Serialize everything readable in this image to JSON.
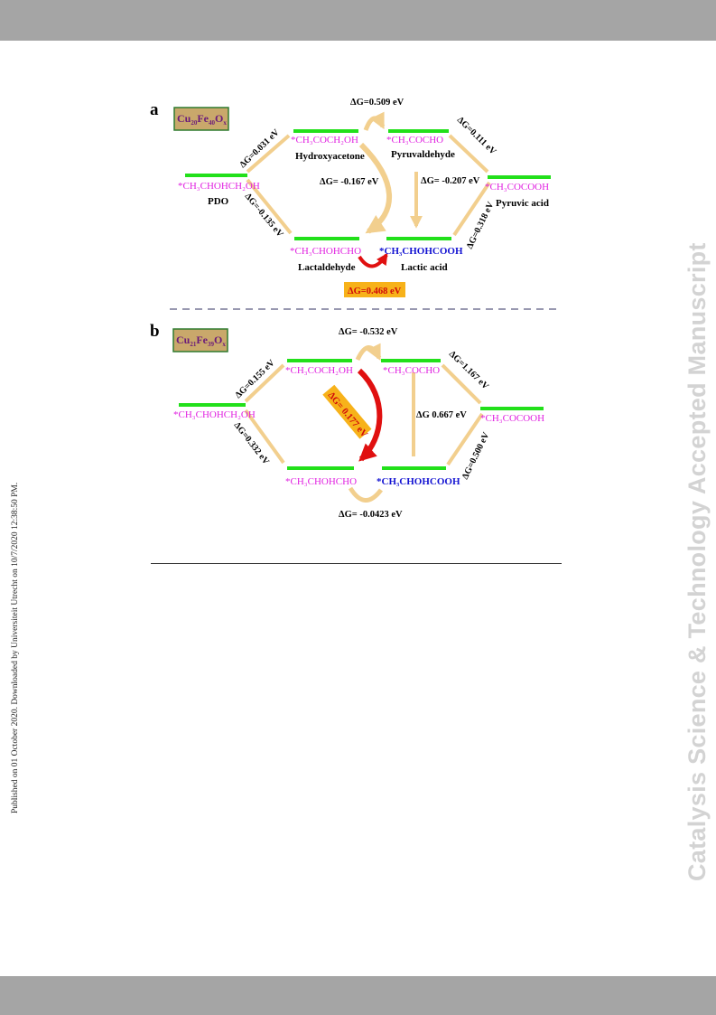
{
  "side_note": "Published on 01 October 2020. Downloaded by Universiteit Utrecht on 10/7/2020 12:38:50 PM.",
  "watermark": "Catalysis Science & Technology Accepted Manuscript",
  "colors": {
    "green": "#22e01a",
    "magenta": "#e01fe0",
    "blue": "#1414d2",
    "arrow": "#f2cf8e",
    "red_arrow": "#e01010",
    "label_box": "#c9a86b",
    "label_box_border": "#2f7a2f",
    "highlight": "#f7b21a",
    "dash": "#5a5a80"
  },
  "panel_a": {
    "letter": "a",
    "catalyst": {
      "base1": "Cu",
      "sub1": "20",
      "base2": "Fe",
      "sub2": "40",
      "base3": "O",
      "sub3": "x"
    },
    "species": {
      "pdo_formula": "*CH₃CHOHCH₂OH",
      "pdo_name": "PDO",
      "hydroxyacetone_formula": "*CH₃COCH₂OH",
      "hydroxyacetone_name": "Hydroxyacetone",
      "pyruvaldehyde_formula": "*CH₃COCHO",
      "pyruvaldehyde_name": "Pyruvaldehyde",
      "pyruvic_formula": "*CH₃COCOOH",
      "pyruvic_name": "Pyruvic acid",
      "lactaldehyde_formula": "*CH₃CHOHCHO",
      "lactaldehyde_name": "Lactaldehyde",
      "lactic_formula": "*CH₃CHOHCOOH",
      "lactic_name": "Lactic acid"
    },
    "energies": {
      "top": "ΔG=0.509 eV",
      "pdo_hydroxy": "ΔG=0.031 eV",
      "pdo_lactald": "ΔG=-0.135 eV",
      "hydroxy_lactald": "ΔG= -0.167 eV",
      "pyruv_lactic": "ΔG= -0.207 eV",
      "pyruv_pyruvic": "ΔG=0.111 eV",
      "lactic_pyruvic": "ΔG=0.318 eV",
      "bottom_highlight": "ΔG=0.468 eV"
    }
  },
  "panel_b": {
    "letter": "b",
    "catalyst": {
      "base1": "Cu",
      "sub1": "21",
      "base2": "Fe",
      "sub2": "39",
      "base3": "O",
      "sub3": "x"
    },
    "species": {
      "pdo_formula": "*CH₃CHOHCH₂OH",
      "hydroxyacetone_formula": "*CH₃COCH₂OH",
      "pyruvaldehyde_formula": "*CH₃COCHO",
      "pyruvic_formula": "*CH₃COCOOH",
      "lactaldehyde_formula": "*CH₃CHOHCHO",
      "lactic_formula": "*CH₃CHOHCOOH"
    },
    "energies": {
      "top": "ΔG= -0.532 eV",
      "pdo_hydroxy": "ΔG=0.155 eV",
      "pdo_lactald": "ΔG=0.332 eV",
      "hydroxy_lactald_highlight": "ΔG= 0.177 eV",
      "pyruv_lactic": "ΔG 0.667 eV",
      "pyruv_pyruvic": "ΔG=1.167 eV",
      "lactic_pyruvic": "ΔG=0.500 eV",
      "bottom": "ΔG= -0.0423 eV"
    }
  }
}
